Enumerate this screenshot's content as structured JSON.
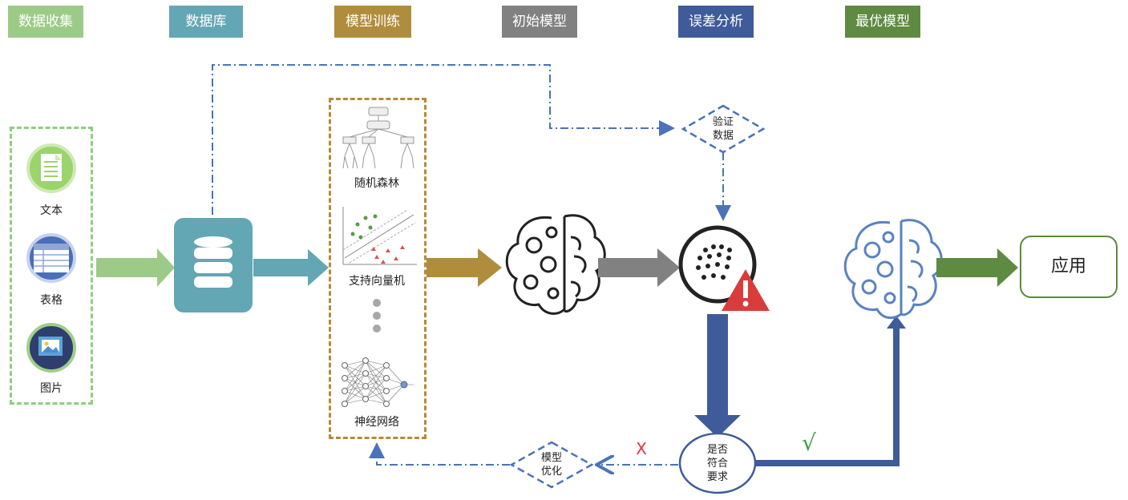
{
  "headers": {
    "collect": "数据收集",
    "database": "数据库",
    "train": "模型训练",
    "initial": "初始模型",
    "error": "误差分析",
    "best": "最优模型"
  },
  "sources": {
    "text": "文本",
    "table": "表格",
    "image": "图片"
  },
  "models": {
    "rf": "随机森林",
    "svm": "支持向量机",
    "nn": "神经网络"
  },
  "validation": "验证数据",
  "decision": "是否符合要求",
  "optimize": "模型优化",
  "marks": {
    "fail": "X",
    "pass": "√"
  },
  "application": "应用",
  "colors": {
    "collect": "#9ccb87",
    "database": "#63a6b4",
    "train": "#b08d3c",
    "initial": "#818181",
    "error": "#3f5b99",
    "best": "#5f8a41",
    "dashed_blue": "#4a73b8"
  }
}
